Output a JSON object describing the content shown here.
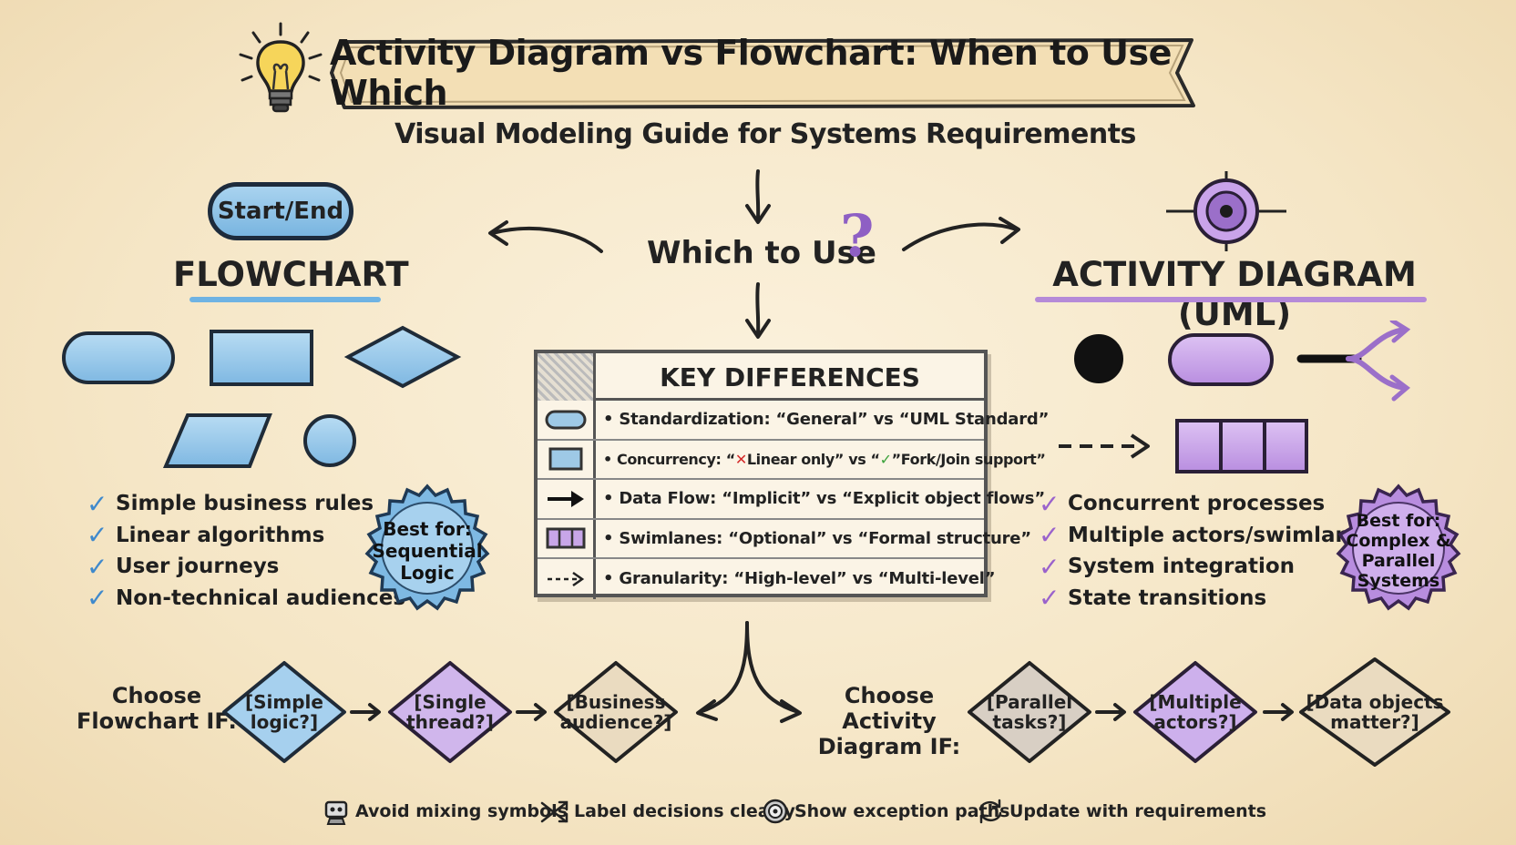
{
  "title": "Activity Diagram vs Flowchart: When to Use Which",
  "subtitle": "Visual Modeling Guide for Systems Requirements",
  "center_question": "Which to Use",
  "center_question_mark": "?",
  "flowchart": {
    "start_end_label": "Start/End",
    "heading": "FLOWCHART",
    "uses": [
      "Simple business rules",
      "Linear algorithms",
      "User journeys",
      "Non-technical audiences"
    ],
    "badge": "Best for:\nSequential\nLogic",
    "check": "✓"
  },
  "activity": {
    "heading": "ACTIVITY DIAGRAM (UML)",
    "uses": [
      "Concurrent processes",
      "Multiple actors/swimlanes",
      "System integration",
      "State transitions"
    ],
    "badge": "Best for:\nComplex &\nParallel\nSystems",
    "check": "✓"
  },
  "key_differences": {
    "title": "KEY DIFFERENCES",
    "rows": [
      {
        "text": "• Standardization: “General” vs “UML Standard”"
      },
      {
        "pre": "• Concurrency: “",
        "x": "✕",
        "mid": " Linear only” vs “",
        "v": "✓",
        "post": "”Fork/Join support”"
      },
      {
        "text": "• Data Flow: “Implicit” vs “Explicit object flows”"
      },
      {
        "text": "• Swimlanes: “Optional” vs “Formal structure”"
      },
      {
        "text": "• Granularity: “High-level” vs “Multi-level”"
      }
    ]
  },
  "choose": {
    "flowchart_label": "Choose\nFlowchart IF:",
    "flowchart_items": [
      "[Simple\nlogic?]",
      "[Single\nthread?]",
      "[Business\naudience?]"
    ],
    "activity_label": "Choose Activity\nDiagram IF:",
    "activity_items": [
      "[Parallel\ntasks?]",
      "[Multiple\nactors?]",
      "[Data objects\nmatter?]"
    ]
  },
  "tips": [
    {
      "label": "Avoid mixing symbols",
      "icon": "robot-icon"
    },
    {
      "label": "Label decisions clearly",
      "icon": "crossed-arrows-icon"
    },
    {
      "label": "Show exception paths",
      "icon": "target-icon"
    },
    {
      "label": "Update with requirements",
      "icon": "refresh-icon"
    }
  ],
  "colors": {
    "flowchart_blue": "#79b5e0",
    "activity_purple": "#c39ae6",
    "check_blue": "#3f89cc",
    "check_purple": "#9a62cc",
    "background": "#f5e6c6"
  }
}
